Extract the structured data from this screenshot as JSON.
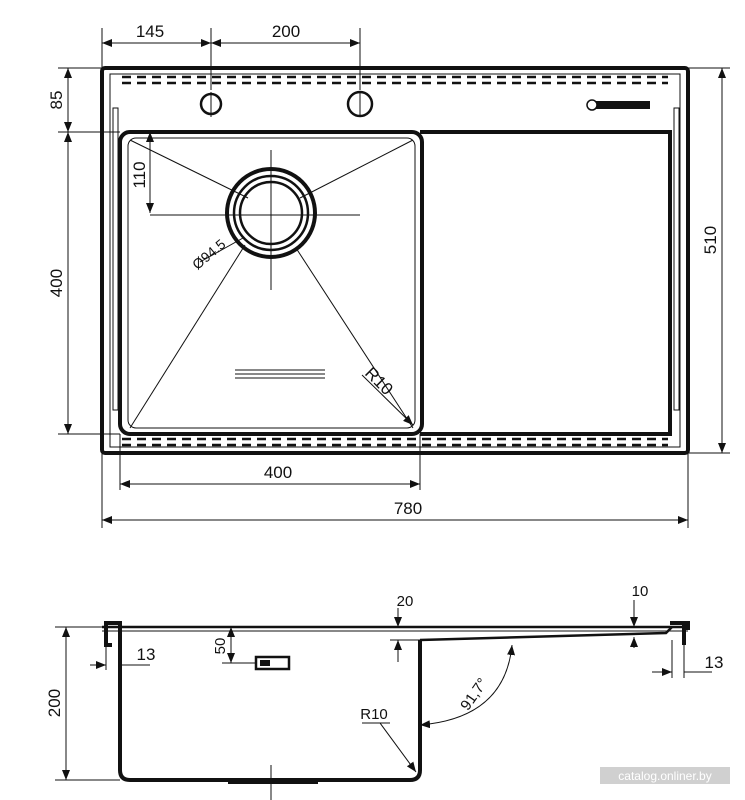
{
  "top_view": {
    "dim_left_offset": "145",
    "dim_hole_spacing": "200",
    "dim_top_band": "85",
    "dim_drain_offset": "110",
    "dim_bowl_height": "400",
    "dim_total_depth": "510",
    "dim_drain_diameter": "Ø94.5",
    "dim_corner_radius": "R10",
    "dim_bowl_width": "400",
    "dim_total_width": "780"
  },
  "side_view": {
    "dim_lip_left": "13",
    "dim_overflow": "50",
    "dim_height": "200",
    "dim_drop": "20",
    "dim_thickness": "10",
    "dim_angle": "91,7°",
    "dim_radius": "R10",
    "dim_lip_right": "13"
  },
  "watermark": "catalog.onliner.by"
}
